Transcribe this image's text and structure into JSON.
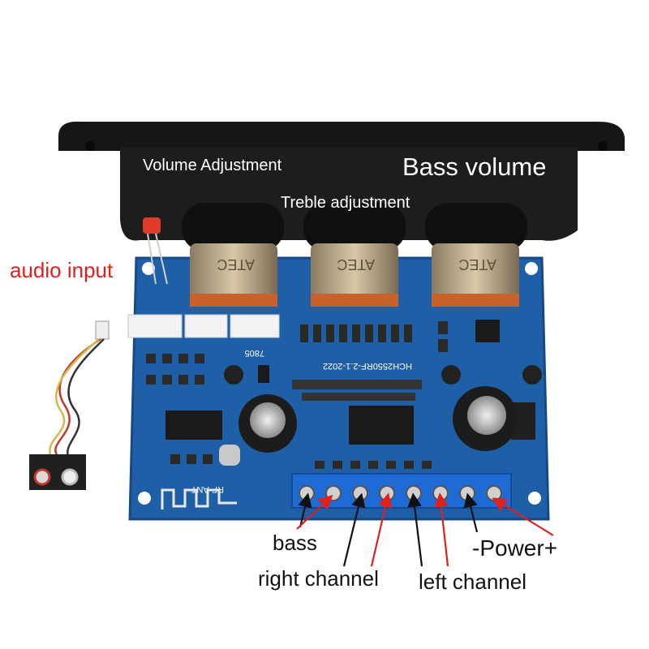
{
  "labels": {
    "volume_adjustment": "Volume Adjustment",
    "bass_volume": "Bass volume",
    "treble_adjustment": "Treble adjustment",
    "audio_input": "audio input",
    "bass": "bass",
    "right_channel": "right channel",
    "left_channel": "left channel",
    "power": "-Power+"
  },
  "pcb_markings": {
    "model": "HCH2550RF-2.1-2022",
    "pot_brand": "ATEC",
    "antenna": "RF-ANT",
    "regulator": "7805"
  },
  "colors": {
    "pcb": "#1f5fa8",
    "panel": "#1b1b1b",
    "terminal": "#1e6bd6",
    "arrow_red": "#e0201c",
    "arrow_black": "#111111",
    "text_dark": "#111111"
  }
}
